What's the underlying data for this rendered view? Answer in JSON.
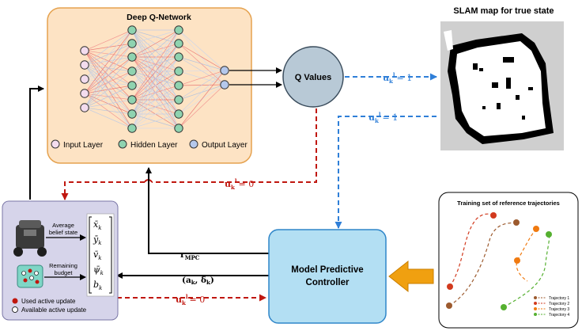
{
  "dqn": {
    "title": "Deep Q-Network",
    "legend": {
      "input": "Input Layer",
      "hidden": "Hidden Layer",
      "output": "Output Layer"
    }
  },
  "q_values": {
    "label": "Q Values"
  },
  "slam": {
    "title": "SLAM map for true state"
  },
  "mpc": {
    "line1": "Model Predictive",
    "line2": "Controller"
  },
  "traj_panel": {
    "title": "Training set of reference trajectories",
    "legend": [
      "Trajectory 1",
      "Trajectory 2",
      "Trajectory 3",
      "Trajectory 4"
    ]
  },
  "belief": {
    "average_line1": "Average",
    "average_line2": "belief state",
    "remaining_line1": "Remaining",
    "remaining_line2": "budget",
    "vector": [
      "x̄",
      "ȳ",
      "v̄",
      "ψ̄",
      "b"
    ],
    "legend_used": "Used active update",
    "legend_available": "Available active update"
  },
  "arrows": {
    "u1_right": "u",
    "u1_right_val": "= 1",
    "u1_down_val": "= 1",
    "u0_top_val": "= 0",
    "u0_bottom_val": "= 0",
    "r_mpc": "r",
    "r_mpc_sub": "MPC",
    "action": "(a",
    "action_sub": "k",
    "action_mid": ", δ",
    "action_end": ")"
  },
  "colors": {
    "dqn_fill": "#fde3c4",
    "dqn_border": "#e5a24f",
    "q_fill": "#b8c9d6",
    "mpc_fill": "#b3dff3",
    "mpc_border": "#2f86c9",
    "belief_fill": "#d6d4ea",
    "red": "#c0170f",
    "blue": "#2f7fd8",
    "arrow_orange": "#f0a010"
  }
}
